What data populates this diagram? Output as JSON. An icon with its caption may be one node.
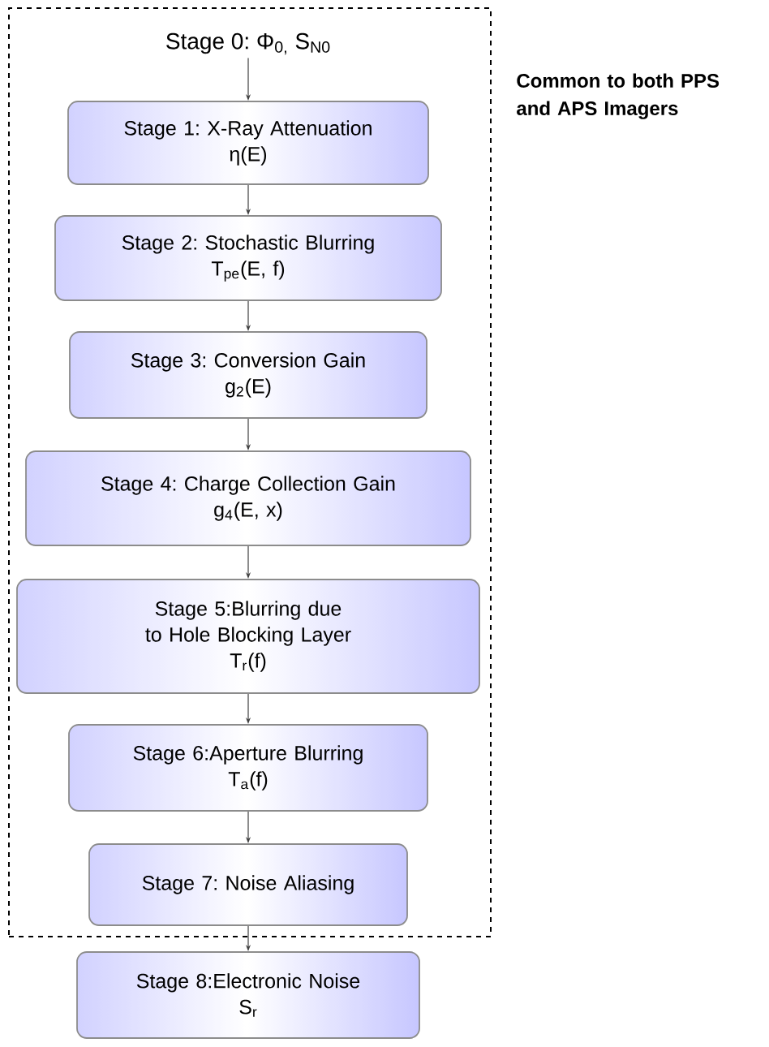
{
  "diagram": {
    "nodes": [
      {
        "text": [],
        "shape": "box",
        "beside": [
          "Common to both PPS and APS Imagers"
        ]
      },
      {
        "text": [
          "Stage 0: Φ$_{0,}$ S$_{N0}$"
        ],
        "in": 0
      },
      {
        "text": [
          "Stage 1: X-Ray Attenuation",
          "η(E)"
        ],
        "in": 0
      },
      {
        "text": [
          "Stage 2: Stochastic Blurring",
          "T$_{pe}$(E, f)"
        ],
        "in": 0
      },
      {
        "text": [
          "Stage 3: Conversion Gain",
          "g$_{2}$(E)"
        ],
        "in": 0
      },
      {
        "text": [
          "Stage 4: Charge Collection Gain",
          "g$_{4}$(E, x)"
        ],
        "in": 0
      },
      {
        "text": [
          "Stage 5:Blurring due to Hole Blocking Layer",
          "T$_{r}$(f)"
        ],
        "in": 0
      },
      {
        "text": [
          "Stage 6:Aperture Blurring",
          "T$_{a}$(f)"
        ],
        "in": 0
      },
      {
        "text": [
          "Stage 7: Noise Aliasing"
        ],
        "in": 0
      },
      {
        "text": [
          "Stage 8:Electronic Noise",
          "S$_{r}$"
        ]
      }
    ],
    "edges": [
      {
        "from": 1,
        "to": 2,
        "arrow": "to"
      },
      {
        "from": 2,
        "to": 3,
        "arrow": "to"
      },
      {
        "from": 3,
        "to": 4,
        "arrow": "to"
      },
      {
        "from": 4,
        "to": 5,
        "arrow": "to"
      },
      {
        "from": 5,
        "to": 6,
        "arrow": "to"
      },
      {
        "from": 6,
        "to": 7,
        "arrow": "to"
      },
      {
        "from": 7,
        "to": 8,
        "arrow": "to"
      },
      {
        "from": 8,
        "to": 9,
        "arrow": "to"
      }
    ]
  }
}
